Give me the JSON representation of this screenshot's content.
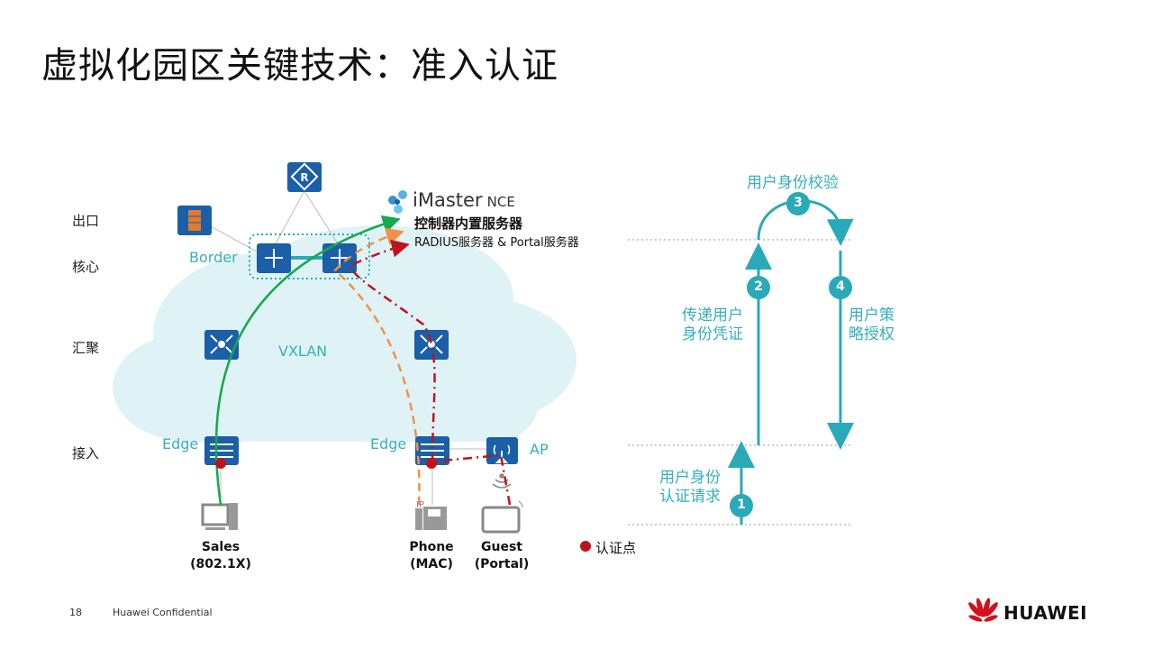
{
  "title": "虚拟化园区关键技术：准入认证",
  "layers": {
    "egress": "出口",
    "core": "核心",
    "aggregation": "汇聚",
    "access": "接入"
  },
  "network": {
    "border_label": "Border",
    "overlay_label": "VXLAN",
    "edge_left_label": "Edge",
    "edge_right_label": "Edge",
    "ap_label": "AP",
    "controller": {
      "brand": "iMaster",
      "product": "NCE",
      "subtitle": "控制器内置服务器",
      "servers": "RADIUS服务器 & Portal服务器"
    },
    "terminals": [
      {
        "name": "Sales",
        "method": "(802.1X)"
      },
      {
        "name": "Phone",
        "method": "(MAC)"
      },
      {
        "name": "Guest",
        "method": "(Portal)"
      }
    ],
    "legend": {
      "auth_point": "认证点"
    },
    "colors": {
      "device": "#1a5fa8",
      "cloud": "#dff3f6",
      "dot8021x": "#16a84c",
      "mac": "#f0914a",
      "portal": "#c0121e",
      "teal": "#2aa9b8"
    }
  },
  "flow": {
    "steps": [
      {
        "num": "1",
        "label_line1": "用户身份",
        "label_line2": "认证请求"
      },
      {
        "num": "2",
        "label_line1": "传递用户",
        "label_line2": "身份凭证"
      },
      {
        "num": "3",
        "label_line1": "用户身份校验",
        "label_line2": ""
      },
      {
        "num": "4",
        "label_line1": "用户策",
        "label_line2": "略授权"
      }
    ]
  },
  "footer": {
    "page_number": "18",
    "confidential": "Huawei Confidential",
    "logo_text": "HUAWEI"
  }
}
